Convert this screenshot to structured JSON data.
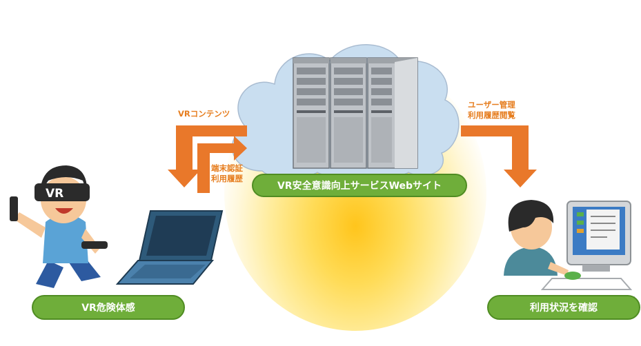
{
  "labels": {
    "vr_content": "VRコンテンツ",
    "terminal_auth_line1": "端末認証",
    "terminal_auth_line2": "利用履歴",
    "user_mgmt_line1": "ユーザー管理",
    "user_mgmt_line2": "利用履歴閲覧"
  },
  "nodes": {
    "website": "VR安全意識向上サービスWebサイト",
    "vr_experience": "VR危険体感",
    "usage_check": "利用状況を確認"
  },
  "headset_text": "VR",
  "colors": {
    "arrow": "#e9782a",
    "pill_fill": "#6fae3a",
    "label_text": "#e67d1e",
    "cloud": "#c9def0",
    "glow": "#ffc51c"
  },
  "icons": [
    "server-rack-icon",
    "cloud-icon",
    "vr-user-icon",
    "laptop-icon",
    "admin-user-icon",
    "desktop-monitor-icon"
  ]
}
